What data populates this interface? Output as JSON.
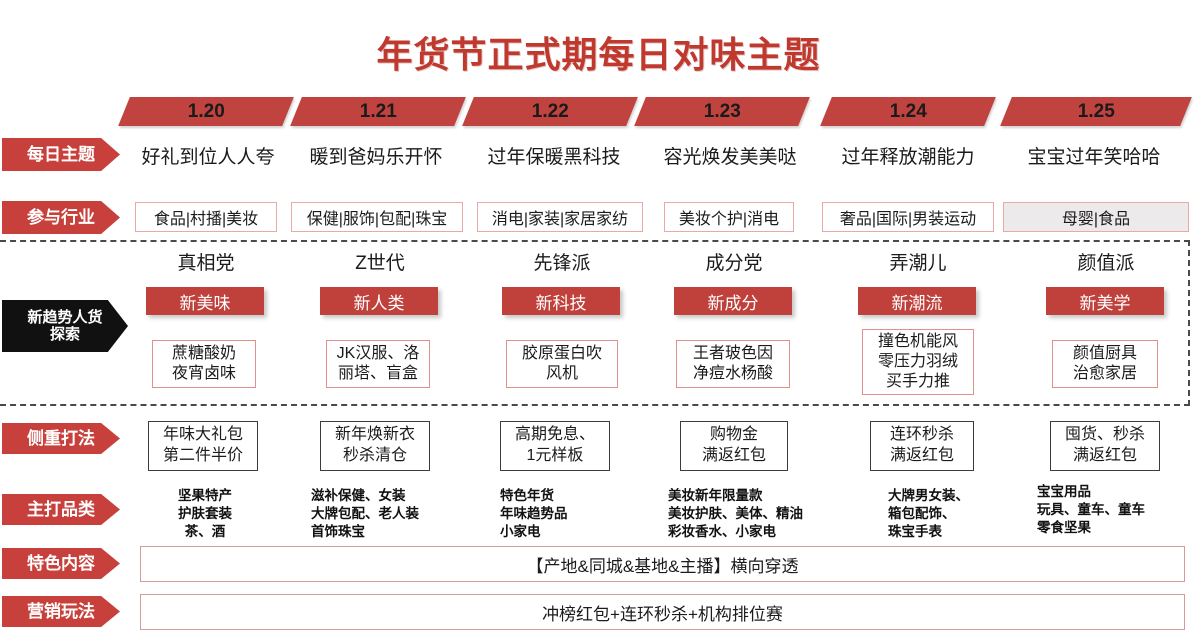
{
  "page": {
    "title": "年货节正式期每日对味主题",
    "accent_red": "#c0392f",
    "chip_red": "#c0433f",
    "tag_red": "#c8403c",
    "tag_black": "#111111"
  },
  "columns": [
    {
      "date": "1.20",
      "theme": "好礼到位人人夸",
      "industries": "食品|村播|美妆",
      "group": "真相党",
      "trend_chip": "新美味",
      "trend_items": "蔗糖酸奶\n夜宵卤味",
      "tactic": "年味大礼包\n第二件半价",
      "categories": "坚果特产\n护肤套装\n茶、酒"
    },
    {
      "date": "1.21",
      "theme": "暖到爸妈乐开怀",
      "industries": "保健|服饰|包配|珠宝",
      "group": "Z世代",
      "trend_chip": "新人类",
      "trend_items": "JK汉服、洛\n丽塔、盲盒",
      "tactic": "新年焕新衣\n秒杀清仓",
      "categories": "滋补保健、女装\n大牌包配、老人装\n首饰珠宝"
    },
    {
      "date": "1.22",
      "theme": "过年保暖黑科技",
      "industries": "消电|家装|家居家纺",
      "group": "先锋派",
      "trend_chip": "新科技",
      "trend_items": "胶原蛋白吹\n风机",
      "tactic": "高期免息、\n1元样板",
      "categories": "特色年货\n年味趋势品\n小家电"
    },
    {
      "date": "1.23",
      "theme": "容光焕发美美哒",
      "industries": "美妆个护|消电",
      "group": "成分党",
      "trend_chip": "新成分",
      "trend_items": "王者玻色因\n净痘水杨酸",
      "tactic": "购物金\n满返红包",
      "categories": "美妆新年限量款\n美妆护肤、美体、精油\n彩妆香水、小家电"
    },
    {
      "date": "1.24",
      "theme": "过年释放潮能力",
      "industries": "奢品|国际|男装运动",
      "group": "弄潮儿",
      "trend_chip": "新潮流",
      "trend_items": "撞色机能风\n零压力羽绒\n买手力推",
      "tactic": "连环秒杀\n满返红包",
      "categories": "大牌男女装、\n箱包配饰、\n珠宝手表"
    },
    {
      "date": "1.25",
      "theme": "宝宝过年笑哈哈",
      "industries": "母婴|食品",
      "group": "颜值派",
      "trend_chip": "新美学",
      "trend_items": "颜值厨具\n治愈家居",
      "tactic": "囤货、秒杀\n满返红包",
      "categories": "宝宝用品\n玩具、童车、童车\n零食坚果"
    }
  ],
  "row_tags": {
    "daily_theme": "每日主题",
    "industries": "参与行业",
    "trend": "新趋势人货\n探索",
    "tactics": "侧重打法",
    "categories": "主打品类",
    "content": "特色内容",
    "marketing": "营销玩法"
  },
  "wide_rows": {
    "content": "【产地&同城&基地&主播】横向穿透",
    "marketing": "冲榜红包+连环秒杀+机构排位赛"
  }
}
